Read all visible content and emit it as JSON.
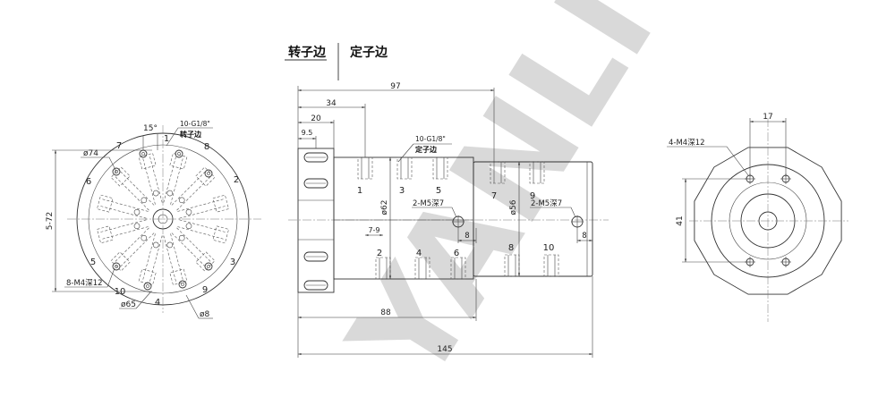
{
  "header": {
    "left_label": "转子边",
    "right_label": "定子边"
  },
  "watermark": "YANLI",
  "left_view": {
    "angle_label": "15°",
    "port_label": "10-G1/8\"",
    "port_sub_label": "转子边",
    "dia_74": "ø74",
    "dia_65": "ø65",
    "dia_8": "ø8",
    "height_label": "5-72",
    "screw_label": "8-M4深12",
    "numbers": [
      "1",
      "2",
      "3",
      "4",
      "5",
      "6",
      "7",
      "8",
      "9",
      "10"
    ]
  },
  "middle_view": {
    "dims": {
      "d97": "97",
      "d34": "34",
      "d20": "20",
      "d95": "9.5",
      "d88": "88",
      "d145": "145",
      "d79": "7-9",
      "d8a": "8",
      "d8b": "8"
    },
    "port_label": "10-G1/8\"",
    "port_sub_label": "定子边",
    "dia_62": "ø62",
    "dia_56": "ø56",
    "screw_label_a": "2-M5深7",
    "screw_label_b": "2-M5深7",
    "numbers_top": [
      "1",
      "3",
      "5",
      "7",
      "9"
    ],
    "numbers_bottom": [
      "2",
      "4",
      "6",
      "8",
      "10"
    ]
  },
  "right_view": {
    "screw_label": "4-M4深12",
    "dim_17": "17",
    "dim_41": "41"
  }
}
